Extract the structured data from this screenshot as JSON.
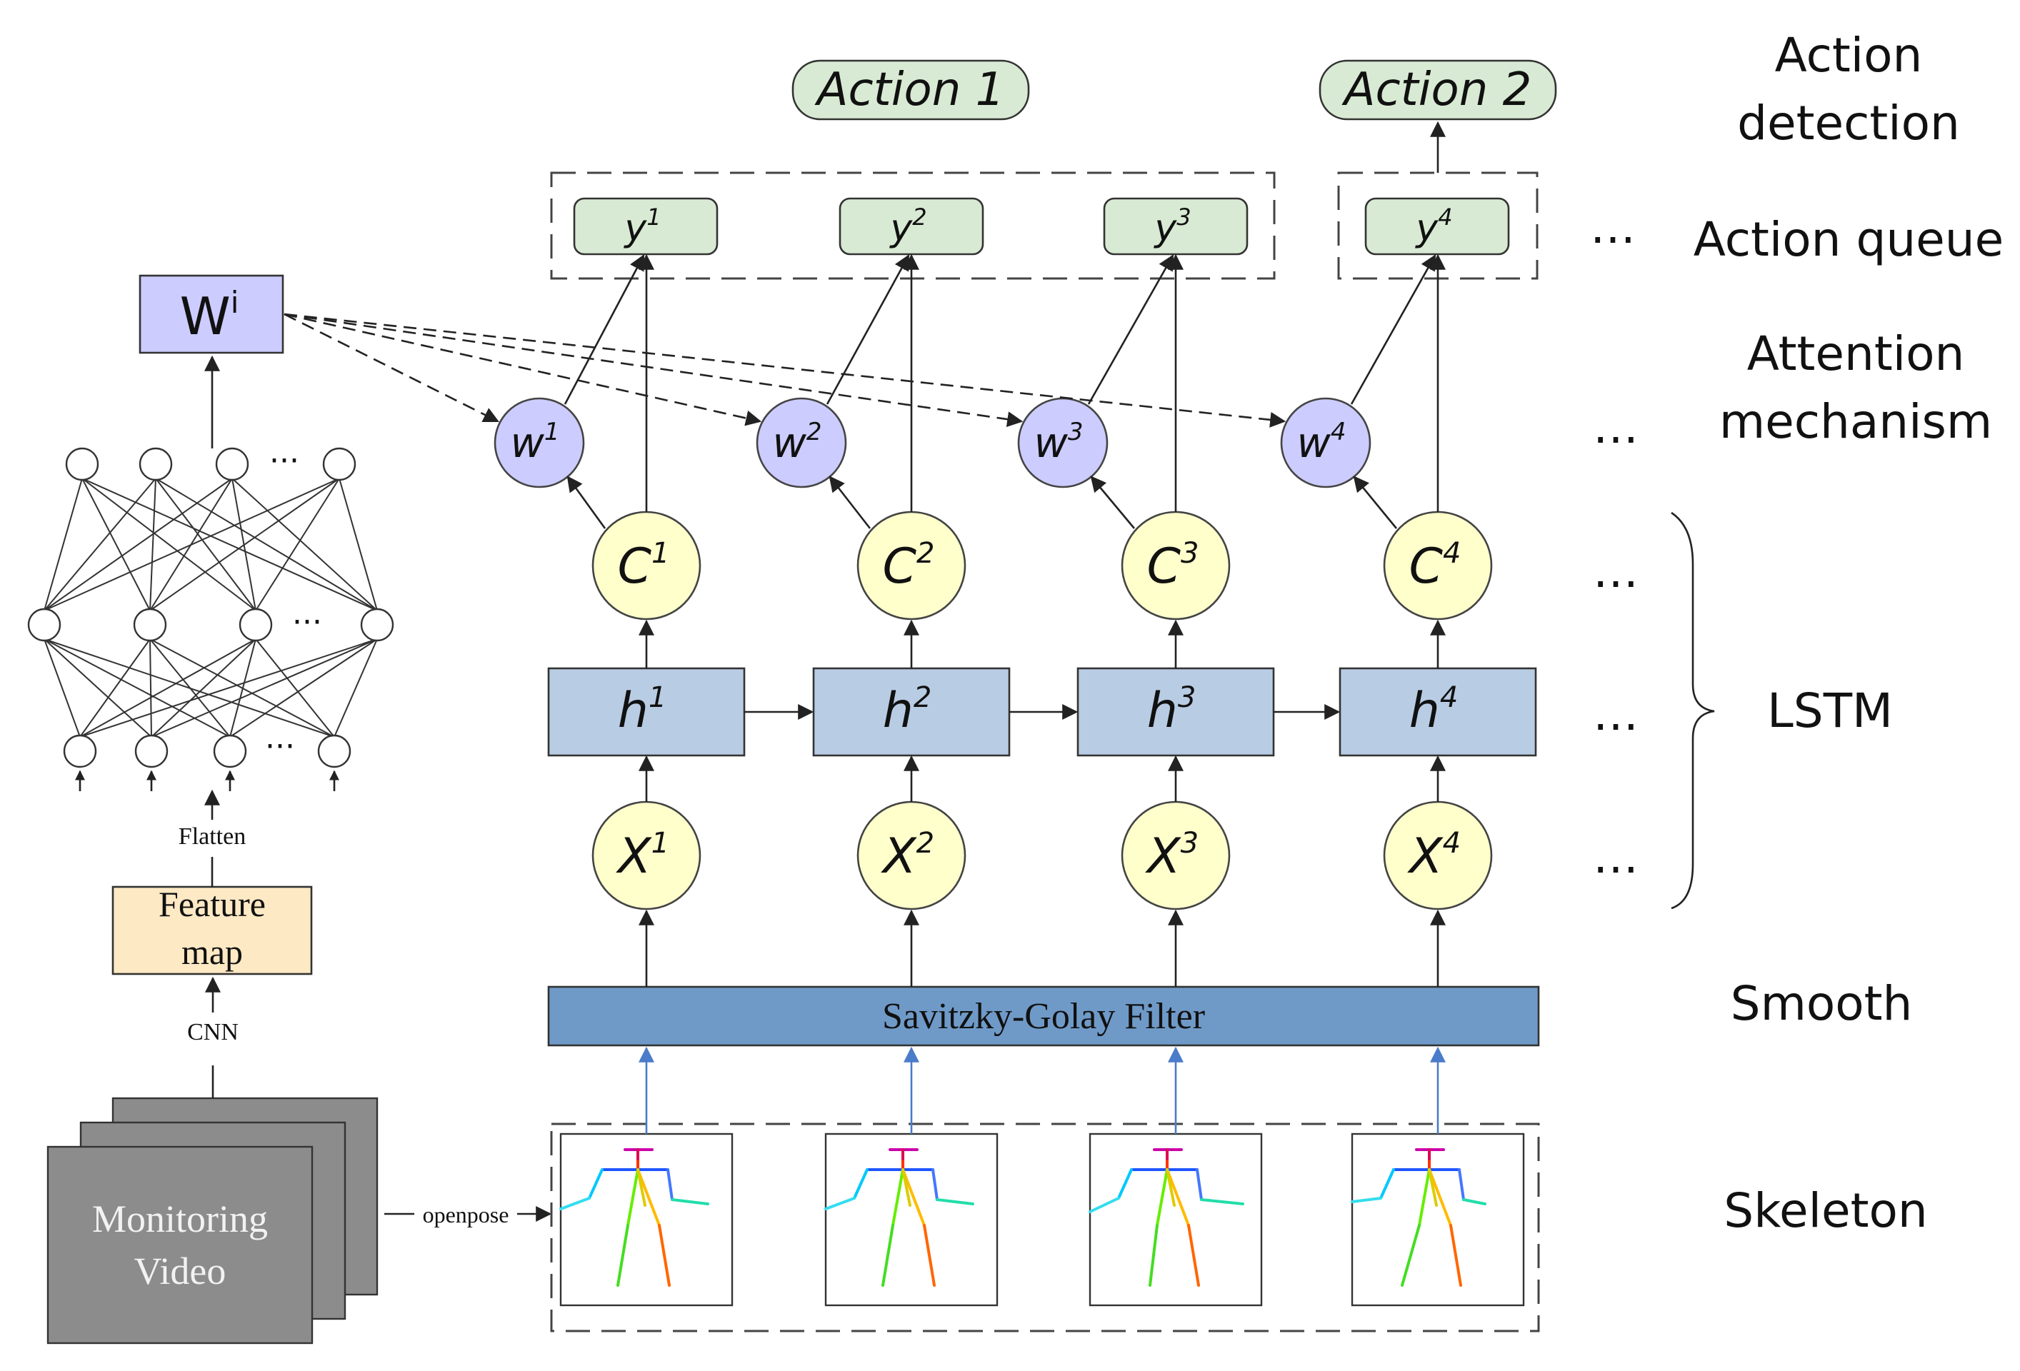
{
  "right_labels": {
    "action_detection_1": "Action",
    "action_detection_2": "detection",
    "action_queue": "Action queue",
    "attention_1": "Attention",
    "attention_2": "mechanism",
    "lstm": "LSTM",
    "smooth": "Smooth",
    "skeleton": "Skeleton"
  },
  "actions": [
    "Action 1",
    "Action 2"
  ],
  "steps": [
    {
      "y": "y",
      "w": "w",
      "c": "C",
      "h": "h",
      "x": "X",
      "sup": "1"
    },
    {
      "y": "y",
      "w": "w",
      "c": "C",
      "h": "h",
      "x": "X",
      "sup": "2"
    },
    {
      "y": "y",
      "w": "w",
      "c": "C",
      "h": "h",
      "x": "X",
      "sup": "3"
    },
    {
      "y": "y",
      "w": "w",
      "c": "C",
      "h": "h",
      "x": "X",
      "sup": "4"
    }
  ],
  "ellipsis": "…",
  "nn_ellipsis": "···",
  "filter_label": "Savitzky-Golay Filter",
  "left": {
    "weight_base": "W",
    "weight_sup": "i",
    "flatten": "Flatten",
    "feature_map_1": "Feature",
    "feature_map_2": "map",
    "cnn": "CNN",
    "video_1": "Monitoring",
    "video_2": "Video",
    "openpose": "openpose"
  },
  "colors": {
    "lstm_node": "#ffffcc",
    "attention_node": "#ccccff",
    "hidden_box": "#b8cce4",
    "action_box": "#d8ead3",
    "filter_bar": "#6f9ac8",
    "feature_map": "#fde9c4",
    "weight_box": "#ccccff",
    "video": "#8c8c8c"
  }
}
